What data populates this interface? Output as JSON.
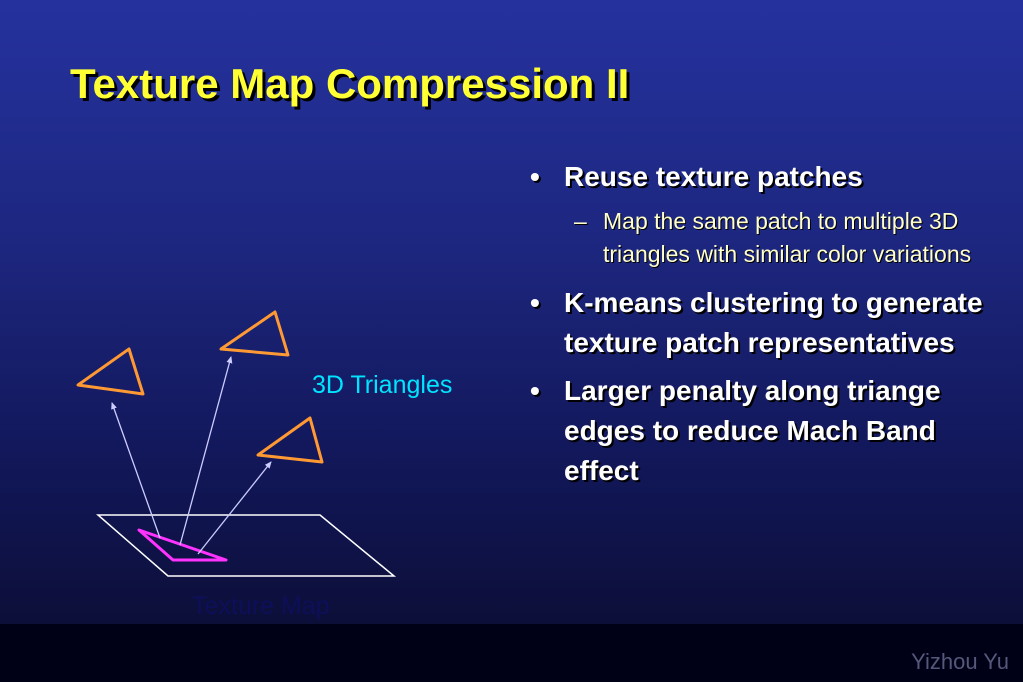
{
  "slide": {
    "title": "Texture Map Compression II",
    "bullets": [
      {
        "text": "Reuse texture patches",
        "subs": [
          "Map the same patch to multiple 3D triangles with similar color variations"
        ]
      },
      {
        "text": "K-means clustering to generate texture patch representatives"
      },
      {
        "text": "Larger penalty along triange edges to reduce Mach Band effect"
      }
    ],
    "bullet_glyph": "•",
    "sub_glyph": "–",
    "diagram": {
      "label_3d_triangles": "3D Triangles",
      "label_texture_map": "Texture Map"
    },
    "author": "Yizhou Yu"
  },
  "colors": {
    "title": "#ffff33",
    "triangle_outline": "#ff9933",
    "texture_patch": "#ff33ff",
    "arrow": "#ccccff",
    "label_3d": "#00e5ff"
  }
}
